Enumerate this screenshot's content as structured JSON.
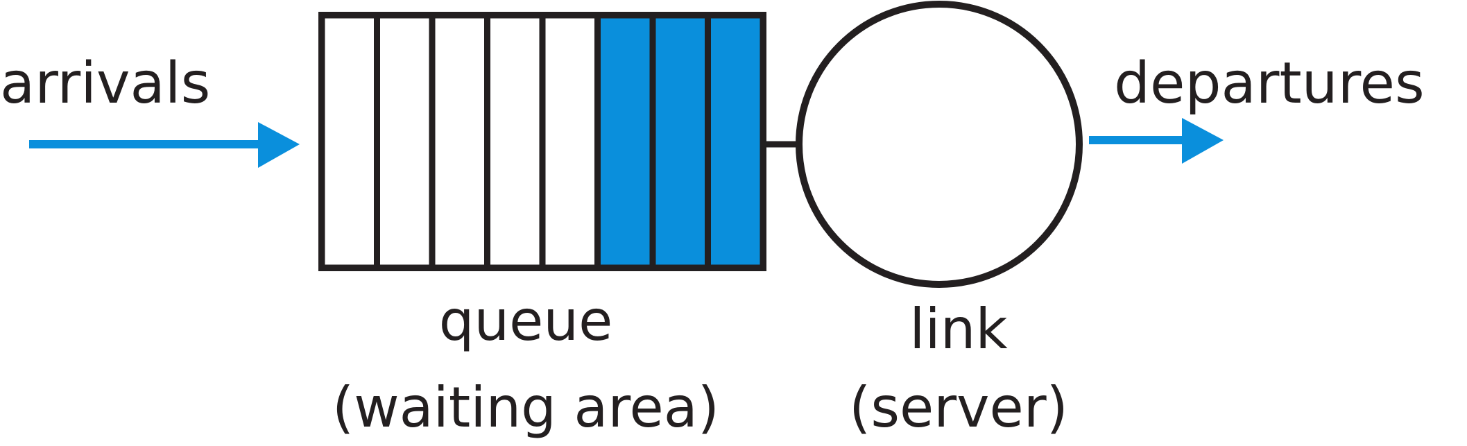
{
  "labels": {
    "arrivals": "arrivals",
    "departures": "departures",
    "queue": "queue",
    "queue_sub": "(waiting area)",
    "link": "link",
    "link_sub": "(server)"
  },
  "queue": {
    "total_slots": 8,
    "filled_slots": 3
  },
  "colors": {
    "accent": "#0a8fdc",
    "stroke": "#231f20",
    "empty": "#ffffff"
  }
}
